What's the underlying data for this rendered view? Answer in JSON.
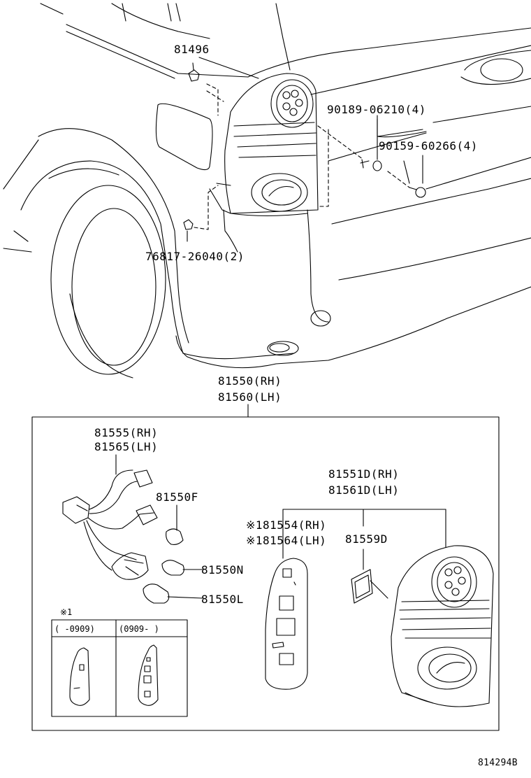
{
  "parts": {
    "p81496": "81496",
    "p90189": "90189-06210(4)",
    "p90159": "90159-60266(4)",
    "p76817": "76817-26040(2)",
    "assy_rh": "81550(RH)",
    "assy_lh": "81560(LH)",
    "socket_rh": "81555(RH)",
    "socket_lh": "81565(LH)",
    "bulb_f": "81550F",
    "bulb_n": "81550N",
    "bulb_l": "81550L",
    "lens_rh": "81551D(RH)",
    "lens_lh": "81561D(LH)",
    "gasket_rh": "※181554(RH)",
    "gasket_lh": "※181564(LH)",
    "pad": "81559D"
  },
  "note": {
    "mark": "※1",
    "col_a": "(     -0909)",
    "col_b": "(0909-     )"
  },
  "figure_code": "814294B"
}
